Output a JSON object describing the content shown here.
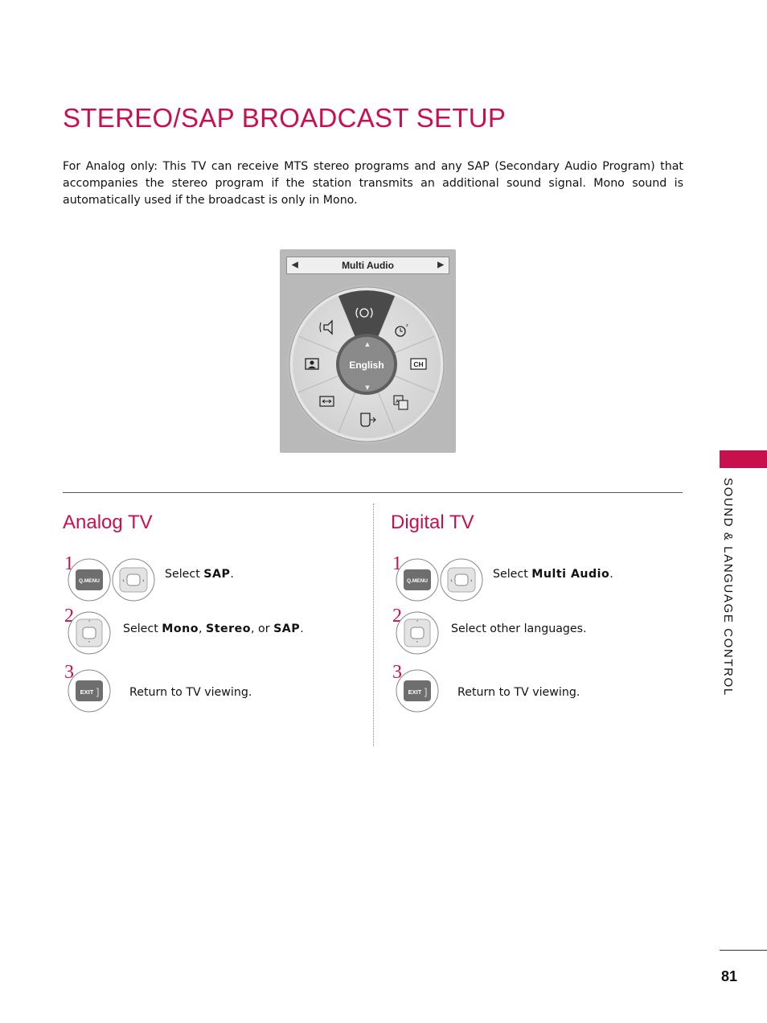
{
  "page": {
    "title": "STEREO/SAP BROADCAST SETUP",
    "intro": "For Analog only: This TV can receive MTS stereo programs and any SAP (Secondary Audio Program) that accompanies the stereo program if the station transmits an additional sound signal. Mono sound is automatically used if the broadcast is only in Mono.",
    "side_label": "SOUND & LANGUAGE CONTROL",
    "page_number": "81"
  },
  "menu": {
    "header": "Multi Audio",
    "center_value": "English",
    "channel_label": "CH",
    "icons": [
      "speaker-icon",
      "multi-audio-icon",
      "sleep-timer-icon",
      "picture-icon",
      "channel-icon",
      "aspect-ratio-icon",
      "caption-icon",
      "usb-icon"
    ]
  },
  "analog": {
    "heading": "Analog TV",
    "steps": [
      {
        "num": "1",
        "prefix": "Select ",
        "bold1": "SAP",
        "sep1": ".",
        "bold2": "",
        "sep2": "",
        "bold3": "",
        "suffix": ""
      },
      {
        "num": "2",
        "prefix": "Select ",
        "bold1": "Mono",
        "sep1": ", ",
        "bold2": "Stereo",
        "sep2": ", or ",
        "bold3": "SAP",
        "suffix": "."
      },
      {
        "num": "3",
        "text": "Return to TV viewing."
      }
    ]
  },
  "digital": {
    "heading": "Digital TV",
    "steps": [
      {
        "num": "1",
        "prefix": "Select ",
        "bold1": "Multi Audio",
        "suffix": "."
      },
      {
        "num": "2",
        "text": "Select other languages."
      },
      {
        "num": "3",
        "text": "Return to TV viewing."
      }
    ]
  },
  "buttons": {
    "qmenu": "Q.MENU",
    "exit": "EXIT"
  }
}
